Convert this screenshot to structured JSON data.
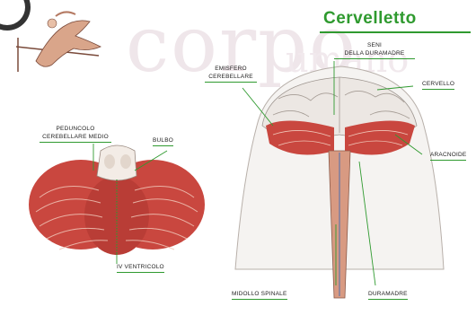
{
  "watermark": {
    "text_main": "corpo",
    "text_sub": "umano"
  },
  "title": "Cervelletto",
  "labels": {
    "peduncolo_line1": "PEDUNCOLO",
    "peduncolo_line2": "CEREBELLARE MEDIO",
    "bulbo": "BULBO",
    "iv_ventricolo": "IV VENTRICOLO",
    "emisfero_line1": "EMISFERO",
    "emisfero_line2": "CEREBELLARE",
    "seni_line1": "SENI",
    "seni_line2": "DELLA DURAMADRE",
    "cervello": "CERVELLO",
    "aracnoide": "ARACNOIDE",
    "midollo_spinale": "MIDOLLO SPINALE",
    "duramadre": "DURAMADRE"
  },
  "colors": {
    "accent_green": "#2f9a2f",
    "cerebellum_red": "#c9473f",
    "background": "#ffffff"
  },
  "icons": {
    "top_left_graphic": "athlete-figure-icon"
  }
}
